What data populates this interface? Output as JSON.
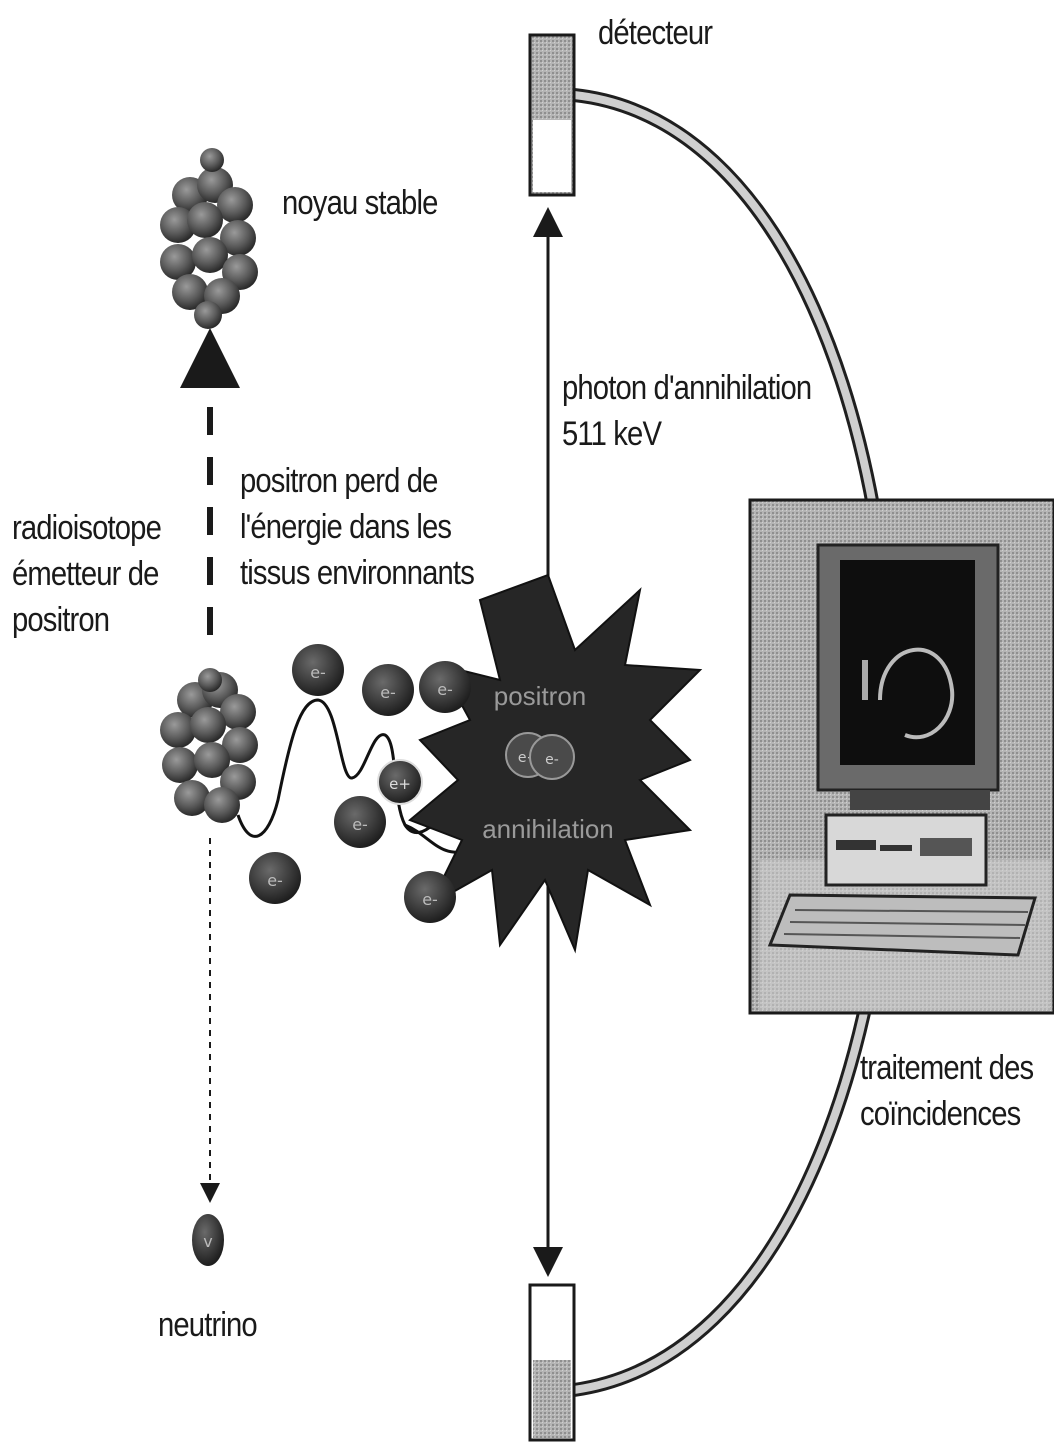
{
  "labels": {
    "detector_top": "détecteur",
    "stable_nucleus": "noyau stable",
    "radioisotope": [
      "radioisotope",
      "émetteur de",
      "positron"
    ],
    "positron_loses_energy": [
      "positron perd de",
      "l'énergie dans les",
      "tissus environnants"
    ],
    "annihilation_photon": [
      "photon d'annihilation",
      "511 keV"
    ],
    "burst_positron": "positron",
    "burst_annihilation": "annihilation",
    "coincidence_processing": [
      "traitement des",
      "coïncidences"
    ],
    "neutrino": "neutrino"
  },
  "particle_symbols": {
    "electron": "e-",
    "positron": "e+",
    "neutrino": "v"
  },
  "colors": {
    "ink": "#1a1a1a",
    "ring_fill": "#c8c8c8",
    "monitor_bg": "#9a9a9a",
    "burst": "#2b2b2b",
    "particle": "#3a3a3a"
  }
}
